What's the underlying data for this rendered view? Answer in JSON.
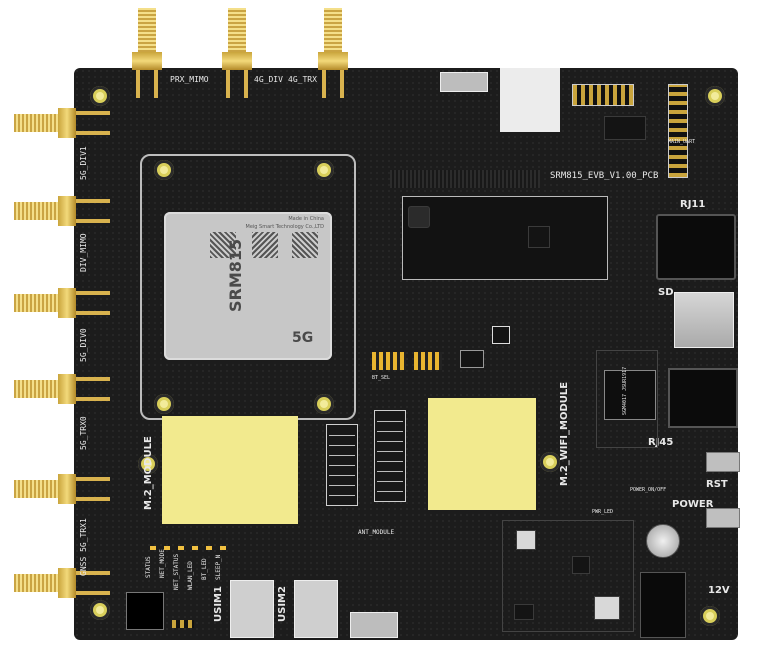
{
  "board": {
    "title_silk": "SRM815_EVB_V1.00_PCB",
    "module_brand": "SRM815",
    "module_5g": "5G",
    "module_maker": "Made in China",
    "module_company": "Meig Smart Technology Co.,LTD"
  },
  "antenna_labels": {
    "prx_mimo": "PRX_MIMO",
    "div_4g": "4G_DIV",
    "trx_4g": "4G_TRX",
    "div1_5g": "5G_DIV1",
    "div_mimo": "DIV_MIMO",
    "div0_5g": "5G_DIV0",
    "trx0_5g": "5G_TRX0",
    "gnss_trx1": "GNSS 5G_TRX1"
  },
  "labels": {
    "m2_module": "M.2_MODULE",
    "m2_wifi_module": "M.2_WIFI_MODULE",
    "rj11": "RJ11",
    "rj45": "RJ45",
    "sd": "SD",
    "rst": "RST",
    "power": "POWER",
    "v12": "12V",
    "usim1": "USIM1",
    "usim2": "USIM2",
    "status": "STATUS",
    "net_mode": "NET_MODE",
    "net_status": "NET_STATUS",
    "wlan_led": "WLAN_LED",
    "bt_led": "BT_LED",
    "sleep_n": "SLEEP_N",
    "bt_sel": "BT_SEL",
    "main_uart": "MAIN_UART",
    "ant_module": "ANT_MODULE",
    "pwr_led": "PWR_LED",
    "power_on_off": "POWER_ON/OFF",
    "chip_mark": "SGM4017 JSUR1917"
  }
}
